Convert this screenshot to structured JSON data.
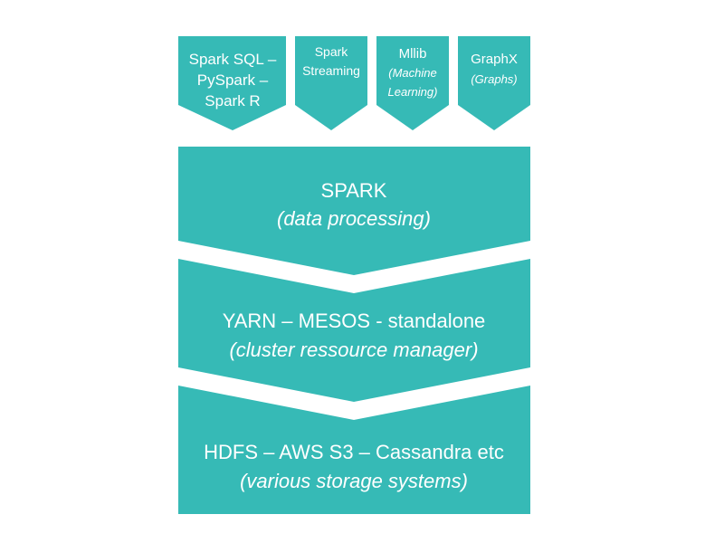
{
  "colors": {
    "shape_fill": "#36bab6",
    "text": "#ffffff",
    "background": "#ffffff"
  },
  "modules": [
    {
      "line1": "Spark SQL –",
      "line2": "PySpark –",
      "line3": "Spark R"
    },
    {
      "line1": "Spark",
      "line2": "Streaming"
    },
    {
      "line1": "Mllib",
      "line2": "(Machine",
      "line3": "Learning)"
    },
    {
      "line1": "GraphX",
      "line2": "(Graphs)"
    }
  ],
  "layers": [
    {
      "title": "SPARK",
      "subtitle": "(data processing)"
    },
    {
      "title": "YARN – MESOS - standalone",
      "subtitle": "(cluster ressource manager)"
    },
    {
      "title": "HDFS – AWS S3 – Cassandra etc",
      "subtitle": "(various storage systems)"
    }
  ]
}
